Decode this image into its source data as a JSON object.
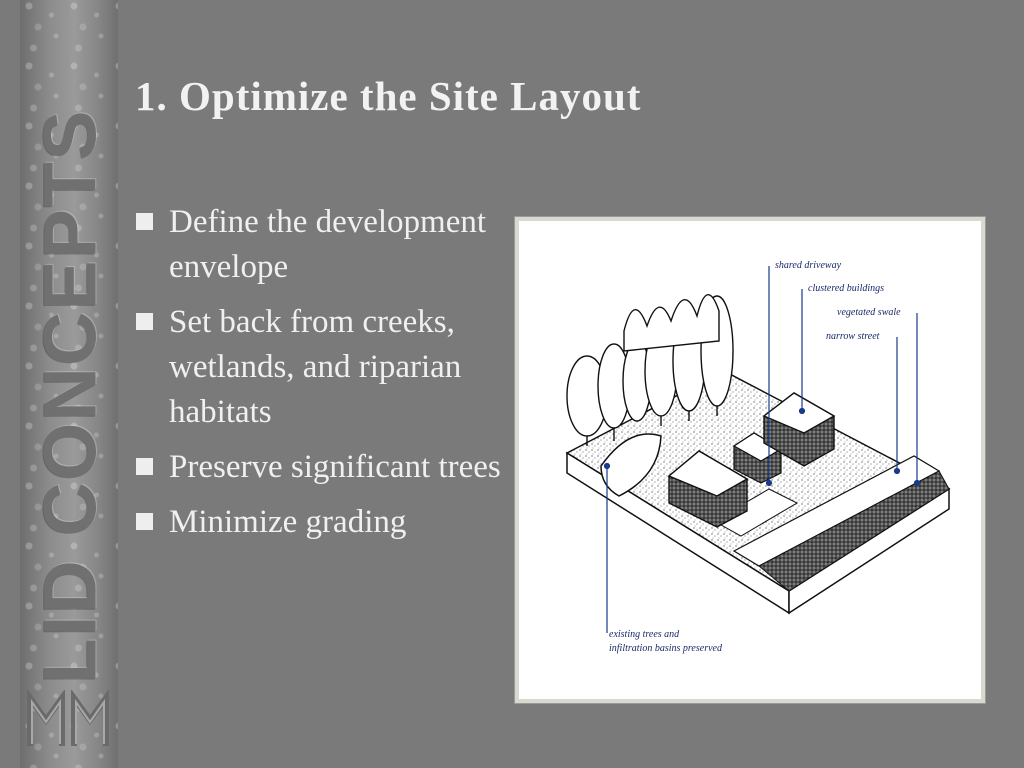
{
  "sidebar": {
    "vertical_title": "LID CONCEPTS"
  },
  "slide": {
    "title": "1. Optimize the Site Layout",
    "bullets": [
      "Define the development envelope",
      "Set back from creeks, wetlands, and riparian habitats",
      "Preserve significant trees",
      "Minimize grading"
    ]
  },
  "figure": {
    "labels": {
      "shared_driveway": "shared driveway",
      "clustered_buildings": "clustered buildings",
      "vegetated_swale": "vegetated swale",
      "narrow_street": "narrow street",
      "existing_trees_line1": "existing trees and",
      "existing_trees_line2": "infiltration basins preserved"
    }
  },
  "colors": {
    "background": "#7a7a7a",
    "text": "#f0f0f0",
    "label_ink": "#1a2a6a"
  }
}
